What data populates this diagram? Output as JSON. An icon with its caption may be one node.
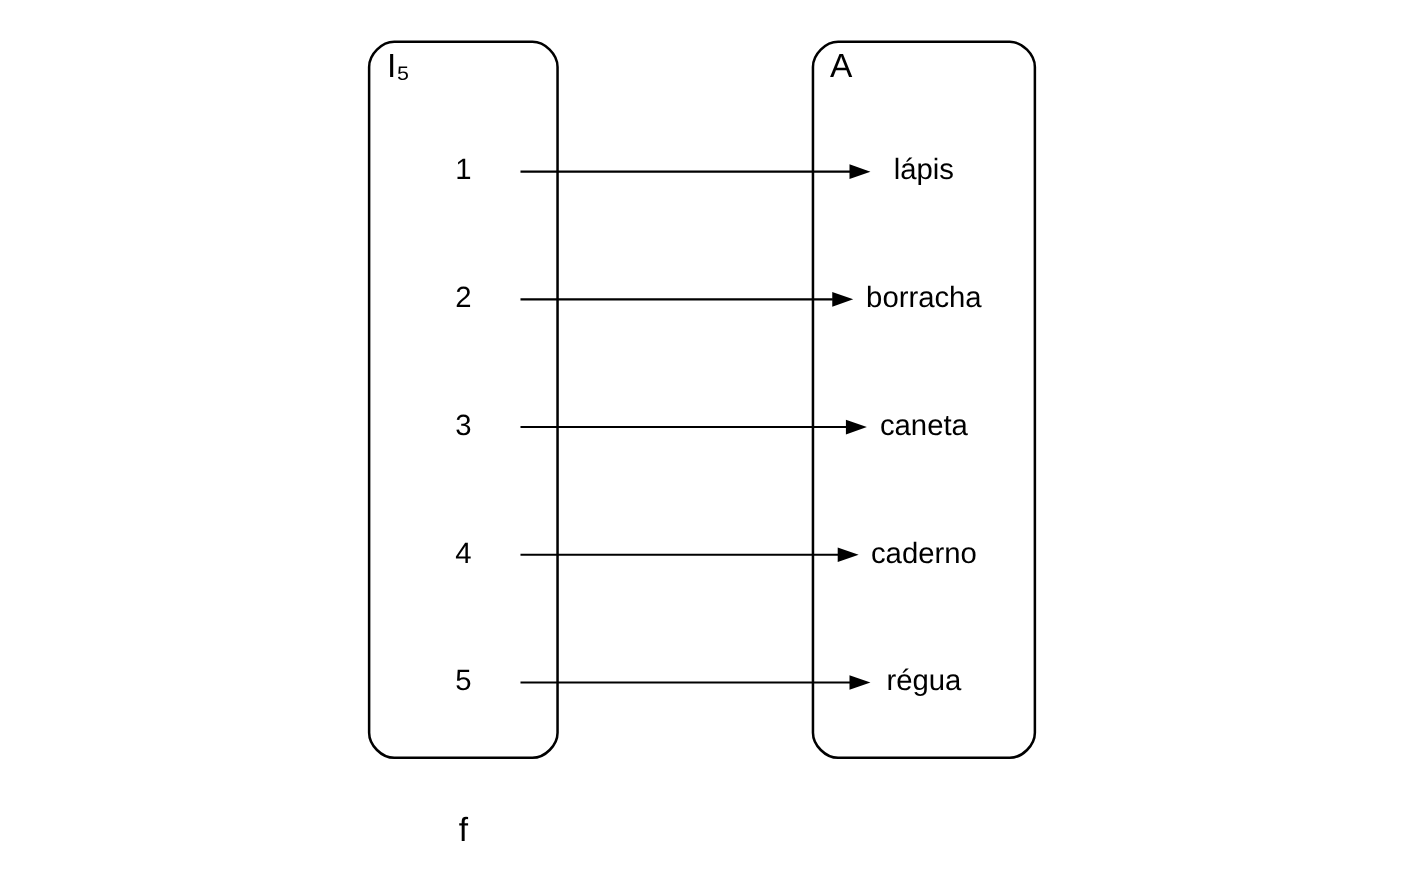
{
  "diagram": {
    "nodes": [
      {
        "text": [
          "I₅"
        ]
      },
      {
        "text": [
          "1"
        ],
        "in": 0
      },
      {
        "text": [
          "2"
        ],
        "in": 0
      },
      {
        "text": [
          "3"
        ],
        "in": 0
      },
      {
        "text": [
          "4"
        ],
        "in": 0
      },
      {
        "text": [
          "5"
        ],
        "in": 0
      },
      {
        "text": [
          "A"
        ]
      },
      {
        "text": [
          "lápis"
        ],
        "in": 6
      },
      {
        "text": [
          "borracha"
        ],
        "in": 6
      },
      {
        "text": [
          "caneta"
        ],
        "in": 6
      },
      {
        "text": [
          "caderno"
        ],
        "in": 6
      },
      {
        "text": [
          "régua"
        ],
        "in": 6
      }
    ],
    "edges": [
      {
        "from": 1,
        "to": 7,
        "arrow": "to"
      },
      {
        "from": 2,
        "to": 8,
        "arrow": "to"
      },
      {
        "from": 3,
        "to": 9,
        "arrow": "to"
      },
      {
        "from": 4,
        "to": 10,
        "arrow": "to"
      },
      {
        "from": 5,
        "to": 11,
        "arrow": "to"
      }
    ],
    "labels": [
      "f"
    ]
  }
}
